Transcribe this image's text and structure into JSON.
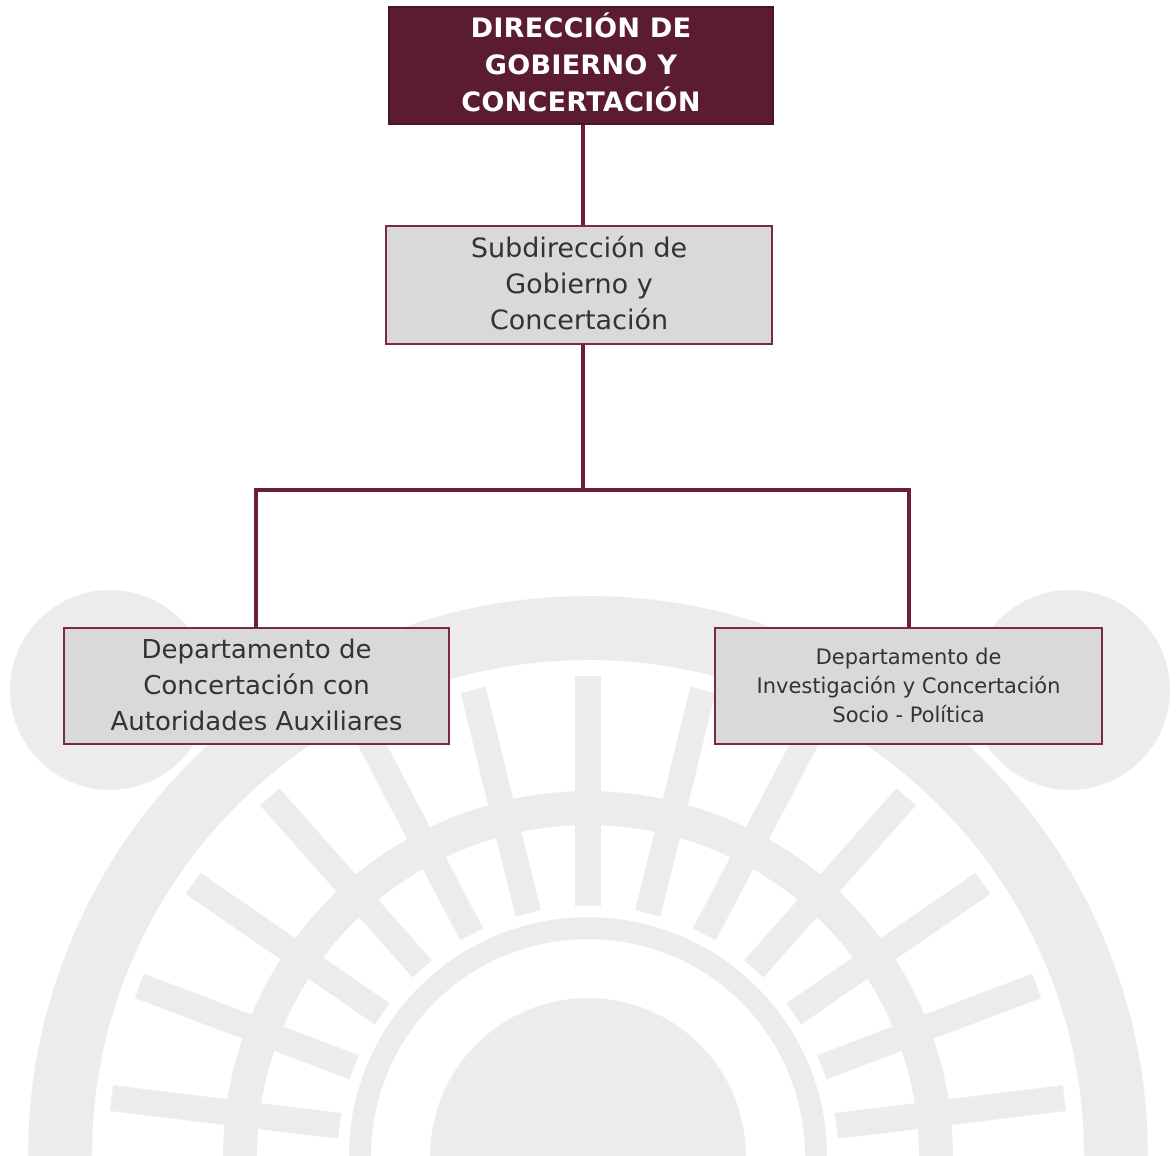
{
  "diagram": {
    "colors": {
      "root_fill": "#5a1b33",
      "connector": "#6b1d3a",
      "box_fill": "#d9d9d9",
      "box_border": "#7a2a45",
      "watermark": "#ececec"
    },
    "nodes": {
      "direccion": "DIRECCIÓN DE\nGOBIERNO Y\nCONCERTACIÓN",
      "subdireccion": "Subdirección de\nGobierno y\nConcertación",
      "dept_autoridades": "Departamento de\nConcertación con\nAutoridades Auxiliares",
      "dept_investigacion": "Departamento de\nInvestigación y Concertación\nSocio - Política"
    },
    "edges": [
      {
        "from": "direccion",
        "to": "subdireccion"
      },
      {
        "from": "subdireccion",
        "to": "dept_autoridades"
      },
      {
        "from": "subdireccion",
        "to": "dept_investigacion"
      }
    ]
  }
}
